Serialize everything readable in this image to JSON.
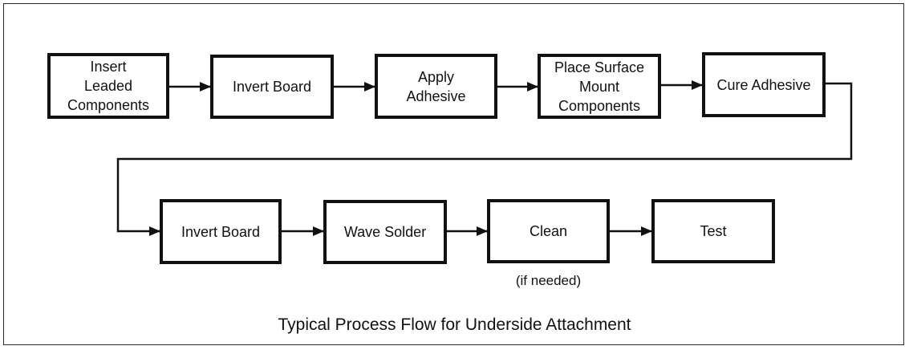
{
  "steps": [
    {
      "label": "Insert\nLeaded\nComponents"
    },
    {
      "label": "Invert Board"
    },
    {
      "label": "Apply\nAdhesive"
    },
    {
      "label": "Place Surface\nMount\nComponents"
    },
    {
      "label": "Cure Adhesive"
    },
    {
      "label": "Invert Board"
    },
    {
      "label": "Wave Solder"
    },
    {
      "label": "Clean"
    },
    {
      "label": "Test"
    }
  ],
  "clean_note": "(if needed)",
  "caption": "Typical Process Flow for Underside Attachment",
  "colors": {
    "line": "#111111",
    "frame": "#2a2a2a",
    "background": "#ffffff"
  }
}
